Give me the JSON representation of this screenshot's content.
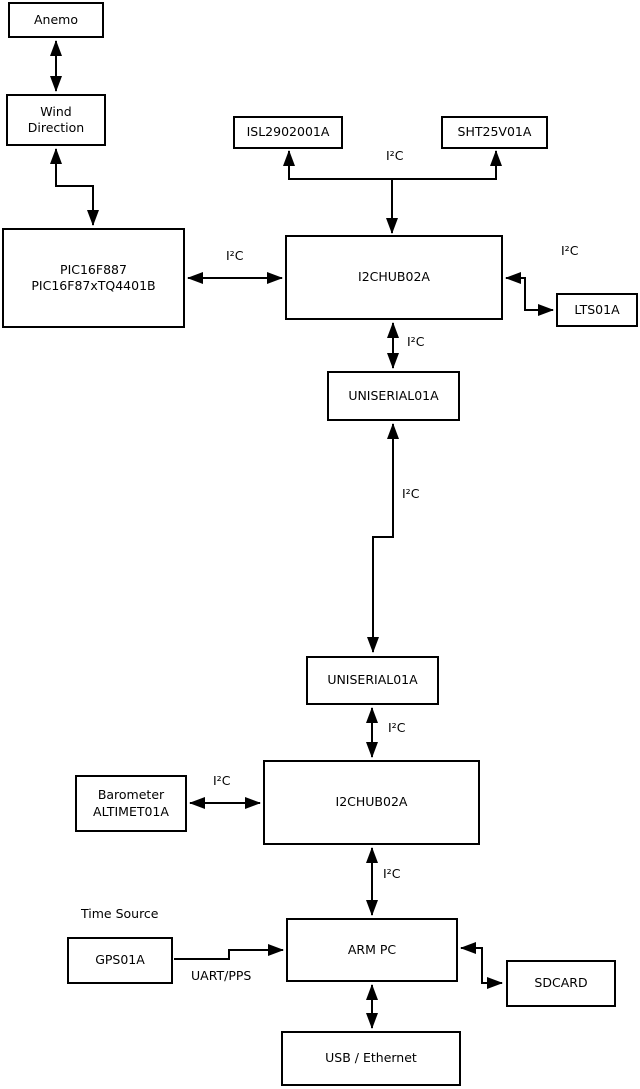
{
  "diagram": {
    "nodes": {
      "anemo": {
        "label": "Anemo"
      },
      "wind_direction": {
        "label": "Wind\nDirection"
      },
      "pic": {
        "label": "PIC16F887\nPIC16F87xTQ4401B"
      },
      "isl": {
        "label": "ISL2902001A"
      },
      "sht": {
        "label": "SHT25V01A"
      },
      "i2chub_top": {
        "label": "I2CHUB02A"
      },
      "lts": {
        "label": "LTS01A"
      },
      "uniserial_top": {
        "label": "UNISERIAL01A"
      },
      "uniserial_bottom": {
        "label": "UNISERIAL01A"
      },
      "i2chub_bottom": {
        "label": "I2CHUB02A"
      },
      "barometer": {
        "label": "Barometer\nALTIMET01A"
      },
      "gps": {
        "label": "GPS01A"
      },
      "arm_pc": {
        "label": "ARM PC"
      },
      "sdcard": {
        "label": "SDCARD"
      },
      "usb_ethernet": {
        "label": "USB / Ethernet"
      }
    },
    "edge_labels": {
      "i2c": "I²C",
      "uart_pps": "UART/PPS",
      "time_source": "Time Source"
    },
    "colors": {
      "stroke": "#000000",
      "background": "#ffffff"
    }
  }
}
